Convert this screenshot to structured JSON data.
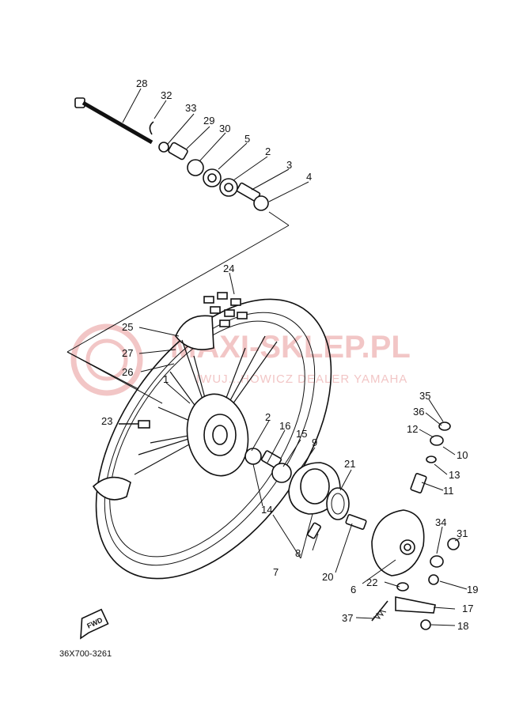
{
  "diagram_code": "36X700-3261",
  "watermark": {
    "title": "MAXI-SKLEP.PL",
    "subtitle": "IWUJ...HOWICZ DEALER YAMAHA",
    "color": "#f2c6c6"
  },
  "fwd_badge": "FWD",
  "parts": {
    "p1": "1",
    "p2a": "2",
    "p2b": "2",
    "p3": "3",
    "p4": "4",
    "p5": "5",
    "p6": "6",
    "p7": "7",
    "p8": "8",
    "p9": "9",
    "p10": "10",
    "p11": "11",
    "p12": "12",
    "p13": "13",
    "p14": "14",
    "p15": "15",
    "p16": "16",
    "p17": "17",
    "p18": "18",
    "p19": "19",
    "p20": "20",
    "p21": "21",
    "p22": "22",
    "p23": "23",
    "p24": "24",
    "p25": "25",
    "p26": "26",
    "p27": "27",
    "p28": "28",
    "p29": "29",
    "p30": "30",
    "p31": "31",
    "p32": "32",
    "p33": "33",
    "p34": "34",
    "p35": "35",
    "p36": "36",
    "p37": "37"
  }
}
